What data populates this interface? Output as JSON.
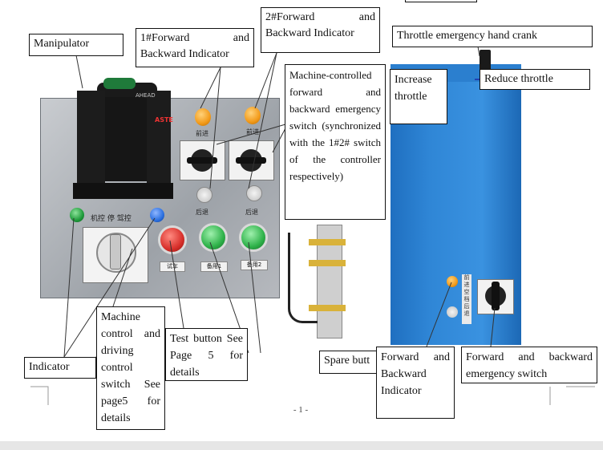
{
  "labels": {
    "manipulator": "Manipulator",
    "indicator_1": "1#Forward and Backward Indicator",
    "indicator_2": "2#Forward and Backward Indicator",
    "machine_switch": "Machine-controlled forward and backward emergency switch (synchronized with the 1#2# switch of the controller respectively)",
    "throttle_crank": "Throttle emergency hand crank",
    "increase_throttle": "Increase throttle",
    "reduce_throttle": "Reduce throttle",
    "indicator": "Indicator",
    "machine_control": "Machine control and driving control switch See page5 for details",
    "test_button": "Test button See Page 5 for details",
    "spare_button": "Spare butt",
    "fb_indicator": "Forward and Backward Indicator",
    "fb_switch": "Forward and backward emergency switch"
  },
  "page_number": "- 1 -",
  "panel_text": {
    "forward": "前进",
    "backward": "后退",
    "mode": "机控  停  驾控",
    "test": "试车",
    "spare1": "备用1",
    "spare2": "备用2",
    "ahead": "AHEAD",
    "astern": "ASTE",
    "neutral": "空档"
  },
  "colors": {
    "cabinet_blue": "#2f86d6",
    "led_orange": "#f29a1a",
    "led_green": "#1e9a3a",
    "led_blue": "#2a6fe0",
    "button_green": "#2fb24a",
    "button_red": "#d8302b"
  }
}
